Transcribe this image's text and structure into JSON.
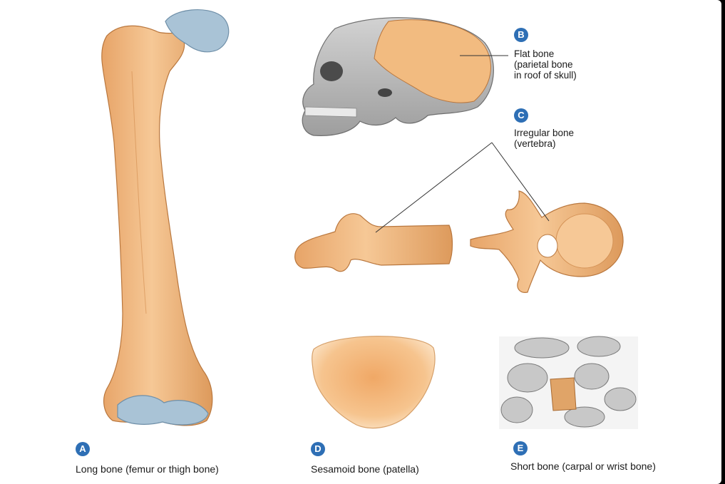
{
  "labels": {
    "a": {
      "letter": "A",
      "text": "Long bone (femur or thigh bone)"
    },
    "b": {
      "letter": "B",
      "line1": "Flat bone",
      "line2": "(parietal bone",
      "line3": "in roof of skull)"
    },
    "c": {
      "letter": "C",
      "line1": "Irregular bone",
      "line2": "(vertebra)"
    },
    "d": {
      "letter": "D",
      "text": "Sesamoid bone (patella)"
    },
    "e": {
      "letter": "E",
      "text": "Short bone (carpal or wrist bone)"
    }
  },
  "colors": {
    "bone": "#f2bb80",
    "bone_shade": "#d9924f",
    "cartilage": "#a9c3d6",
    "skull_gray": "#b9b9b9",
    "badge": "#2e6fb5"
  }
}
